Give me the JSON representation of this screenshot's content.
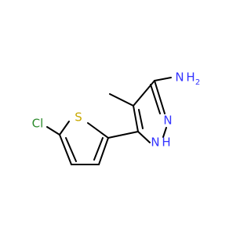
{
  "molecule": {
    "atoms": [
      {
        "id": "n1",
        "symbol": "N",
        "suffix": "",
        "color": "#3333ff"
      },
      {
        "id": "n2",
        "symbol": "N",
        "suffix": "H",
        "color": "#3333ff"
      },
      {
        "id": "s1",
        "symbol": "S",
        "suffix": "",
        "color": "#c8a800"
      },
      {
        "id": "cl1",
        "symbol": "Cl",
        "suffix": "",
        "color": "#2e8b2e"
      },
      {
        "id": "amine",
        "symbol": "N",
        "suffix": "H",
        "subscript": "2",
        "color": "#3333ff"
      }
    ],
    "bond_color": "#000000"
  }
}
